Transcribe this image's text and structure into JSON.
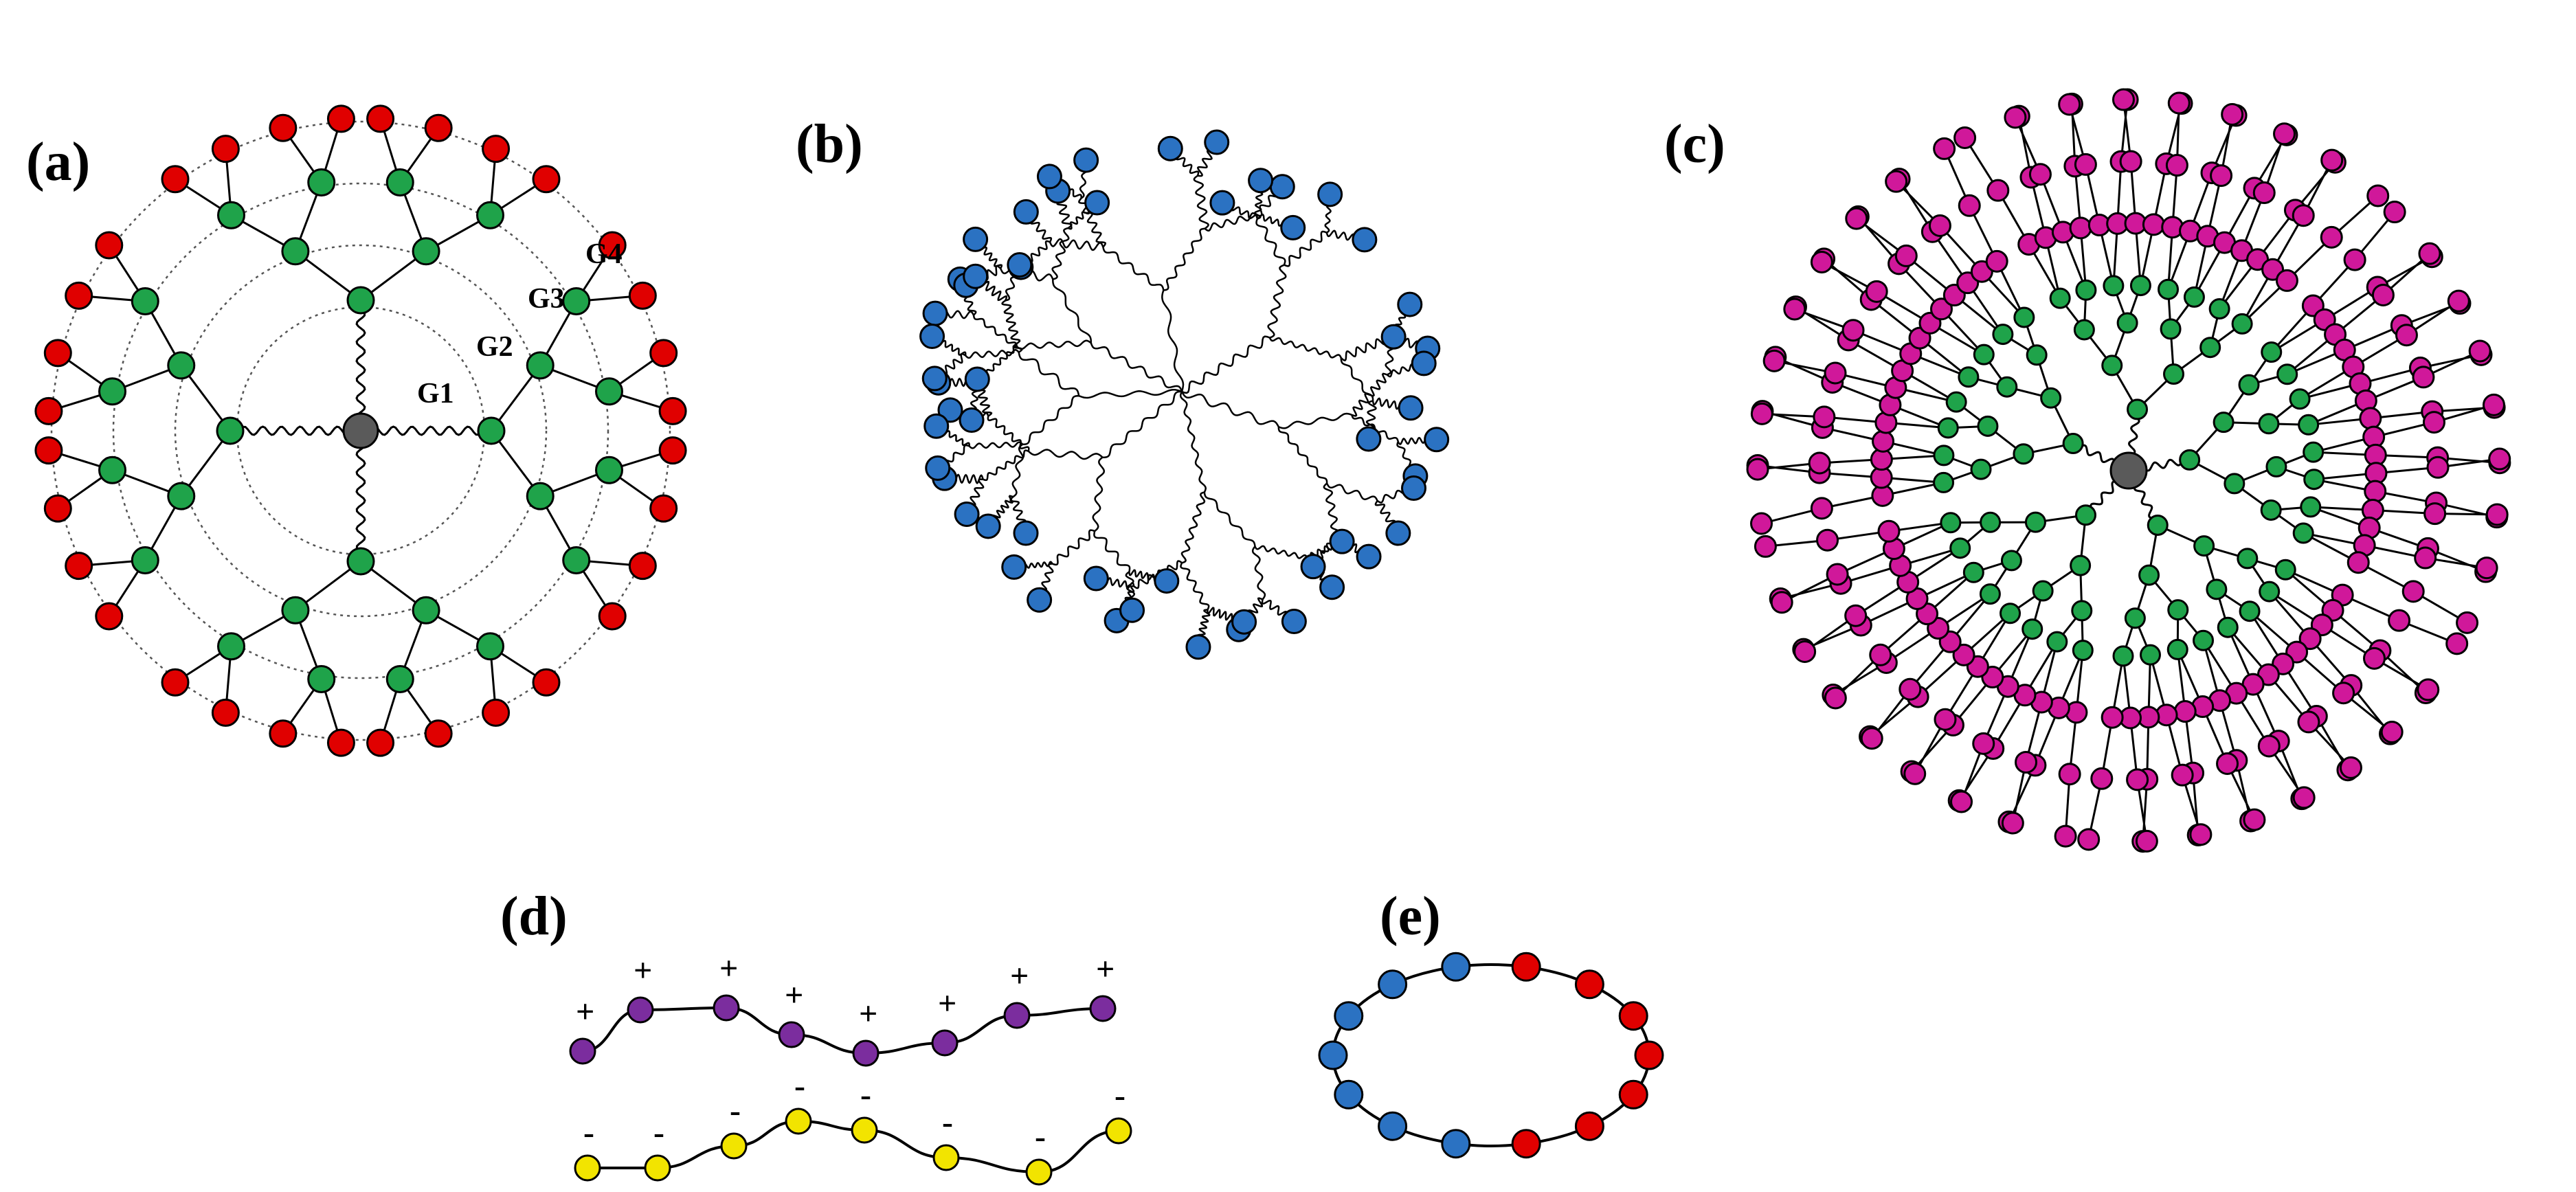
{
  "panels": {
    "a": {
      "label": "(a)",
      "shells": [
        "G1",
        "G2",
        "G3",
        "G4"
      ]
    },
    "b": {
      "label": "(b)"
    },
    "c": {
      "label": "(c)"
    },
    "d": {
      "label": "(d)",
      "positive_sign": "+",
      "negative_sign": "-",
      "bead_count": 8
    },
    "e": {
      "label": "(e)",
      "blue_beads": 7,
      "red_beads": 7
    }
  },
  "colors": {
    "core": "#5a5a5a",
    "dendron_inner": "#1fa34a",
    "dendron_outer_a": "#e00000",
    "dendron_b": "#2b72c2",
    "dendron_outer_c": "#d0189a",
    "positive_bead": "#7b2d9e",
    "negative_bead": "#f2e400",
    "ring_blue": "#2b72c2",
    "ring_red": "#e00000",
    "stroke": "#000000"
  }
}
